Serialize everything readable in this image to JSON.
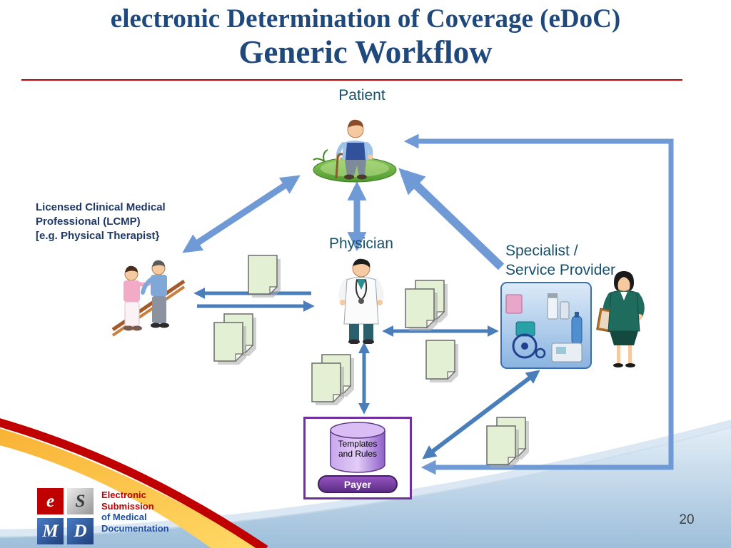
{
  "slide": {
    "title_line1": "electronic Determination of Coverage (eDoC)",
    "title_line2": "Generic Workflow",
    "page_number": "20"
  },
  "labels": {
    "patient": "Patient",
    "physician": "Physician",
    "specialist_line1": "Specialist /",
    "specialist_line2": "Service Provider",
    "lcmp_line1": "Licensed Clinical Medical",
    "lcmp_line2": "Professional (LCMP)",
    "lcmp_line3": "[e.g. Physical Therapist}",
    "payer": "Payer",
    "templates_line1": "Templates",
    "templates_line2": "and Rules"
  },
  "logo": {
    "letter_e": "e",
    "letter_s": "S",
    "letter_m": "M",
    "letter_d": "D",
    "line1": "Electronic",
    "line2": "Submission",
    "line3": "of Medical",
    "line4": "Documentation"
  },
  "colors": {
    "title_blue": "#1F497D",
    "accent_red": "#C00000",
    "arrow_blue_big": "#6f9ad6",
    "arrow_blue_small": "#4a7ebb",
    "payer_purple": "#7030A0",
    "document_green": "#e4f0d4",
    "swoosh_yellow": "#f9b234",
    "bottom_blue": "#9dbeda"
  }
}
